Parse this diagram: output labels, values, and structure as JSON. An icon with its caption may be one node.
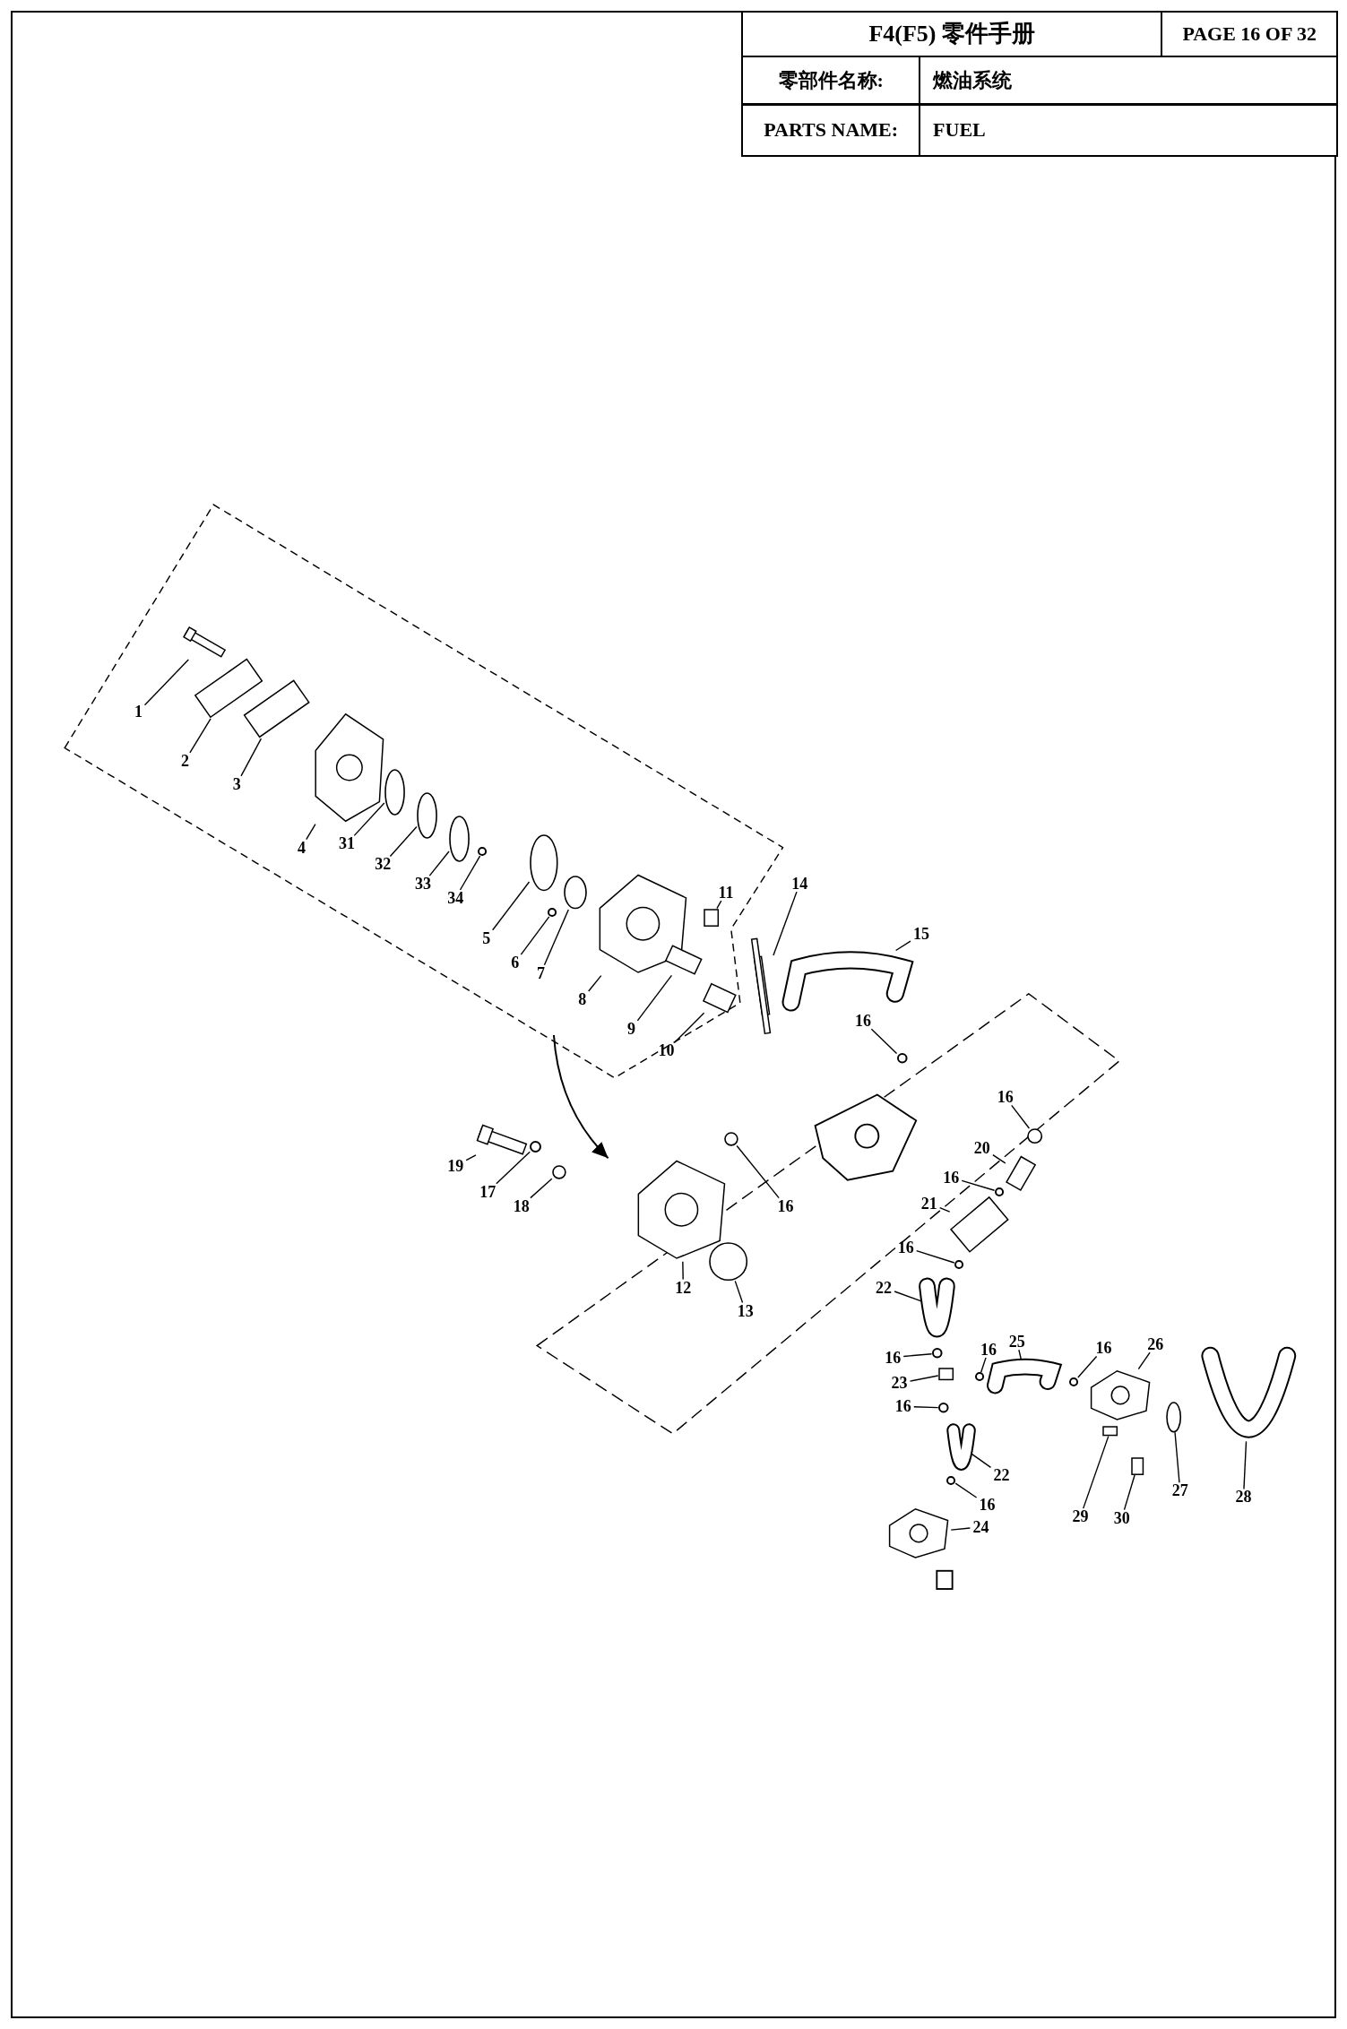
{
  "diagram": {
    "nodes": [
      {
        "text": [
          "1"
        ]
      },
      {
        "text": [
          "2"
        ]
      },
      {
        "text": [
          "3"
        ]
      },
      {
        "text": [
          "4"
        ]
      },
      {
        "text": [
          "31"
        ]
      },
      {
        "text": [
          "32"
        ]
      },
      {
        "text": [
          "33"
        ]
      },
      {
        "text": [
          "34"
        ]
      },
      {
        "text": [
          "5"
        ]
      },
      {
        "text": [
          "6"
        ]
      },
      {
        "text": [
          "7"
        ]
      },
      {
        "text": [
          "8"
        ]
      },
      {
        "text": [
          "9"
        ]
      },
      {
        "text": [
          "10"
        ]
      },
      {
        "text": [
          "11"
        ]
      },
      {
        "text": [
          "14"
        ]
      },
      {
        "text": [
          "15"
        ]
      },
      {
        "text": [
          "16"
        ]
      },
      {
        "text": [
          "16"
        ]
      },
      {
        "text": [
          "20"
        ]
      },
      {
        "text": [
          "16"
        ]
      },
      {
        "text": [
          "21"
        ]
      },
      {
        "text": [
          "16"
        ]
      },
      {
        "text": [
          "22"
        ]
      },
      {
        "text": [
          "16"
        ]
      },
      {
        "text": [
          "23"
        ]
      },
      {
        "text": [
          "16"
        ]
      },
      {
        "text": [
          "16"
        ]
      },
      {
        "text": [
          "25"
        ]
      },
      {
        "text": [
          "16"
        ]
      },
      {
        "text": [
          "26"
        ]
      },
      {
        "text": [
          "19"
        ]
      },
      {
        "text": [
          "17"
        ]
      },
      {
        "text": [
          "18"
        ]
      },
      {
        "text": [
          "16"
        ]
      },
      {
        "text": [
          "12"
        ]
      },
      {
        "text": [
          "13"
        ]
      },
      {
        "text": [
          "22"
        ]
      },
      {
        "text": [
          "16"
        ]
      },
      {
        "text": [
          "24"
        ]
      },
      {
        "text": [
          "29"
        ]
      },
      {
        "text": [
          "30"
        ]
      },
      {
        "text": [
          "27"
        ]
      },
      {
        "text": [
          "28"
        ]
      },
      {
        "text": [],
        "shape": "bar"
      },
      {
        "text": [],
        "shape": "box"
      },
      {
        "text": [],
        "shape": "box"
      },
      {
        "text": [],
        "shape": "picture"
      },
      {
        "text": [],
        "shape": "circle"
      },
      {
        "text": [],
        "shape": "circle"
      },
      {
        "text": [],
        "shape": "circle"
      },
      {
        "text": [],
        "shape": "circle"
      },
      {
        "text": [],
        "shape": "circle"
      },
      {
        "text": [],
        "shape": "circle"
      },
      {
        "text": [],
        "shape": "circle"
      },
      {
        "text": [],
        "shape": "picture"
      },
      {
        "text": [],
        "shape": "box"
      },
      {
        "text": [],
        "shape": "box"
      },
      {
        "text": [],
        "shape": "box"
      },
      {
        "text": [],
        "shape": "bar"
      },
      {
        "text": [],
        "shape": "tube"
      },
      {
        "text": [],
        "shape": "circle"
      },
      {
        "text": [],
        "shape": "circle"
      },
      {
        "text": [],
        "shape": "box"
      },
      {
        "text": [],
        "shape": "circle"
      },
      {
        "text": [],
        "shape": "box"
      },
      {
        "text": [],
        "shape": "circle"
      },
      {
        "text": [],
        "shape": "tube"
      },
      {
        "text": [],
        "shape": "circle"
      },
      {
        "text": [],
        "shape": "box"
      },
      {
        "text": [],
        "shape": "circle"
      },
      {
        "text": [],
        "shape": "circle"
      },
      {
        "text": [],
        "shape": "tube"
      },
      {
        "text": [],
        "shape": "circle"
      },
      {
        "text": [],
        "shape": "picture"
      },
      {
        "text": [],
        "shape": "bar"
      },
      {
        "text": [],
        "shape": "circle"
      },
      {
        "text": [],
        "shape": "circle"
      },
      {
        "text": [],
        "shape": "circle"
      },
      {
        "text": [],
        "shape": "picture"
      },
      {
        "text": [],
        "shape": "circle"
      },
      {
        "text": [],
        "shape": "tube"
      },
      {
        "text": [],
        "shape": "circle"
      },
      {
        "text": [],
        "shape": "picture"
      },
      {
        "text": [],
        "shape": "box"
      },
      {
        "text": [],
        "shape": "box"
      },
      {
        "text": [],
        "shape": "circle"
      },
      {
        "text": [],
        "shape": "tube"
      }
    ],
    "edges": [
      {
        "from": 0,
        "to": 44,
        "arrow": "none"
      },
      {
        "from": 1,
        "to": 45,
        "arrow": "none"
      },
      {
        "from": 2,
        "to": 46,
        "arrow": "none"
      },
      {
        "from": 3,
        "to": 47,
        "arrow": "none"
      },
      {
        "from": 4,
        "to": 48,
        "arrow": "none"
      },
      {
        "from": 5,
        "to": 49,
        "arrow": "none"
      },
      {
        "from": 6,
        "to": 50,
        "arrow": "none"
      },
      {
        "from": 7,
        "to": 51,
        "arrow": "none"
      },
      {
        "from": 8,
        "to": 52,
        "arrow": "none"
      },
      {
        "from": 9,
        "to": 53,
        "arrow": "none"
      },
      {
        "from": 10,
        "to": 54,
        "arrow": "none"
      },
      {
        "from": 11,
        "to": 55,
        "arrow": "none"
      },
      {
        "from": 12,
        "to": 56,
        "arrow": "none"
      },
      {
        "from": 13,
        "to": 57,
        "arrow": "none"
      },
      {
        "from": 14,
        "to": 58,
        "arrow": "none"
      },
      {
        "from": 15,
        "to": 59,
        "arrow": "none"
      },
      {
        "from": 16,
        "to": 60,
        "arrow": "none"
      },
      {
        "from": 17,
        "to": 61,
        "arrow": "none"
      },
      {
        "from": 18,
        "to": 62,
        "arrow": "none"
      },
      {
        "from": 19,
        "to": 63,
        "arrow": "none"
      },
      {
        "from": 20,
        "to": 64,
        "arrow": "none"
      },
      {
        "from": 21,
        "to": 65,
        "arrow": "none"
      },
      {
        "from": 22,
        "to": 66,
        "arrow": "none"
      },
      {
        "from": 23,
        "to": 67,
        "arrow": "none"
      },
      {
        "from": 24,
        "to": 68,
        "arrow": "none"
      },
      {
        "from": 25,
        "to": 69,
        "arrow": "none"
      },
      {
        "from": 26,
        "to": 70,
        "arrow": "none"
      },
      {
        "from": 27,
        "to": 71,
        "arrow": "none"
      },
      {
        "from": 28,
        "to": 72,
        "arrow": "none"
      },
      {
        "from": 29,
        "to": 73,
        "arrow": "none"
      },
      {
        "from": 30,
        "to": 74,
        "arrow": "none"
      },
      {
        "from": 31,
        "to": 75,
        "arrow": "none"
      },
      {
        "from": 32,
        "to": 76,
        "arrow": "none"
      },
      {
        "from": 33,
        "to": 77,
        "arrow": "none"
      },
      {
        "from": 34,
        "to": 78,
        "arrow": "none"
      },
      {
        "from": 35,
        "to": 79,
        "arrow": "none"
      },
      {
        "from": 36,
        "to": 80,
        "arrow": "none"
      },
      {
        "from": 37,
        "to": 81,
        "arrow": "none"
      },
      {
        "from": 38,
        "to": 82,
        "arrow": "none"
      },
      {
        "from": 39,
        "to": 83,
        "arrow": "none"
      },
      {
        "from": 40,
        "to": 84,
        "arrow": "none"
      },
      {
        "from": 41,
        "to": 85,
        "arrow": "none"
      },
      {
        "from": 42,
        "to": 86,
        "arrow": "none"
      },
      {
        "from": 43,
        "to": 87,
        "arrow": "none"
      }
    ],
    "labels": [
      "F4(F5) 零件手册",
      "PAGE 16 OF 32",
      "零部件名称:",
      "燃油系统",
      "PARTS NAME:",
      "FUEL"
    ]
  }
}
